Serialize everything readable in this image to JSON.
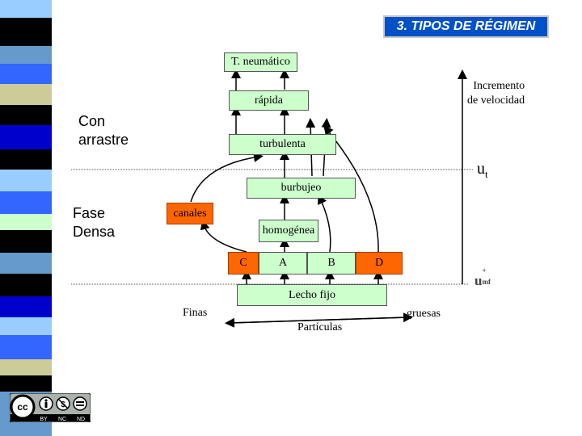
{
  "title": "3. TIPOS DE RÉGIMEN",
  "nodes": {
    "neumatico": "T. neumático",
    "rapida": "rápida",
    "turbulenta": "turbulenta",
    "burbujeo": "burbujeo",
    "canales": "canales",
    "homogenea": "homogénea",
    "c": "C",
    "a": "A",
    "b": "B",
    "d": "D",
    "lecho_fijo": "Lecho fijo"
  },
  "side_labels": {
    "con_arrastre": "Con\narrastre",
    "fase_densa": "Fase\nDensa"
  },
  "velocity_axis": {
    "label": "Incremento\nde velocidad",
    "ut": "u",
    "ut_sub": "t",
    "umf": "u",
    "umf_sup": "+",
    "umf_sub": "mf"
  },
  "particle_axis": {
    "left": "Finas",
    "center": "Partículas",
    "right": "gruesas"
  },
  "license": {
    "by": "BY",
    "nc": "NC",
    "nd": "ND"
  }
}
